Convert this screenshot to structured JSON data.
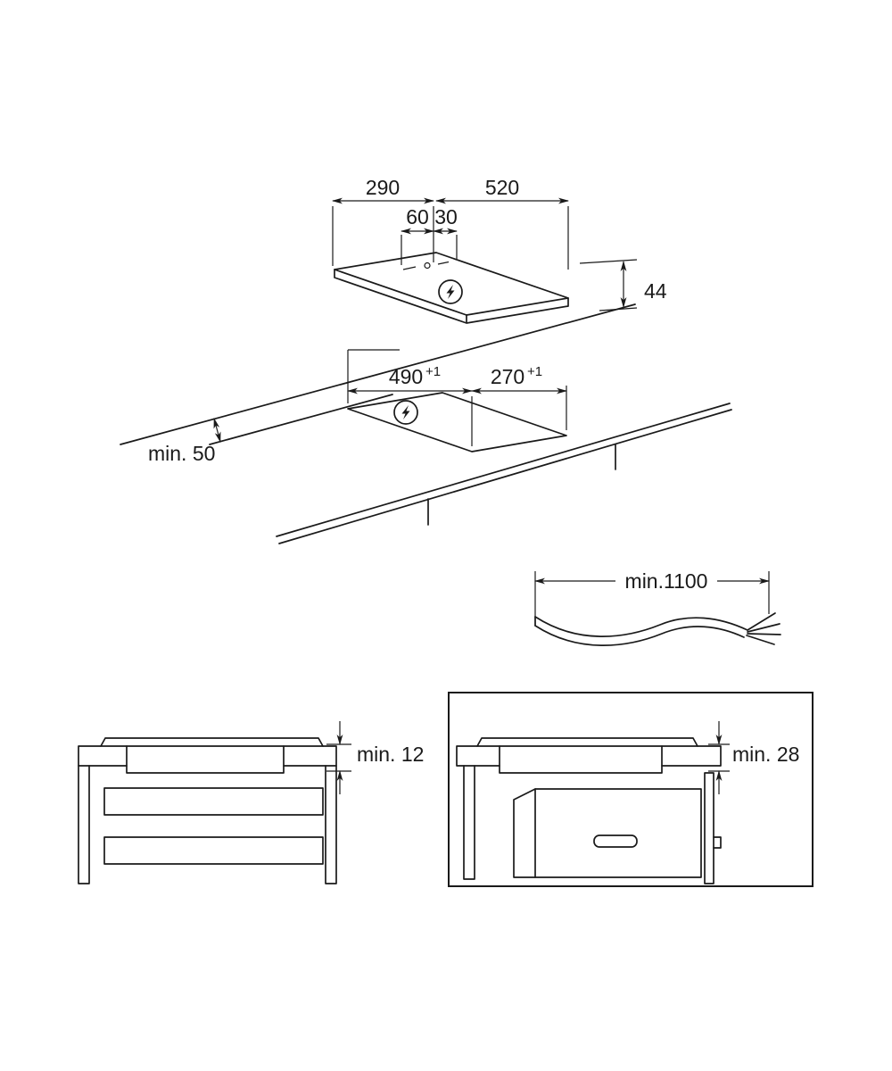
{
  "colors": {
    "ink": "#1a1a1a",
    "background": "#ffffff"
  },
  "hob_view": {
    "width_label": "290",
    "depth_label": "520",
    "cable_offset_label": "60",
    "cable_offset2_label": "30",
    "height_label": "44",
    "power_icon": "lightning-bolt-circle"
  },
  "cutout_view": {
    "length_label": "490",
    "length_tolerance": "+1",
    "width_label": "270",
    "width_tolerance": "+1",
    "edge_clearance_label": "min. 50",
    "power_icon": "lightning-bolt-circle"
  },
  "cable_view": {
    "length_label": "min.1100"
  },
  "worktop_section_view": {
    "clearance_label": "min. 12"
  },
  "oven_section_view": {
    "clearance_label": "min. 28"
  }
}
